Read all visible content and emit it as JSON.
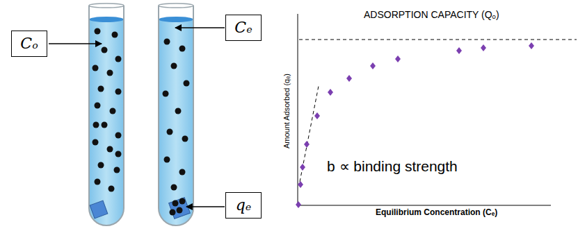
{
  "diagram": {
    "nodes": [
      {
        "text": [
          "Cₒ"
        ]
      },
      {
        "text": [
          "Cₑ"
        ]
      },
      {
        "text": [
          "qₑ"
        ]
      }
    ],
    "labels": [
      "ADSORPTION CAPACITY (Qₒ)",
      "Amount Adsorbed (qₑ)",
      "b ∝ binding strength",
      "Equilibrium Concentration (Cₑ)"
    ]
  }
}
